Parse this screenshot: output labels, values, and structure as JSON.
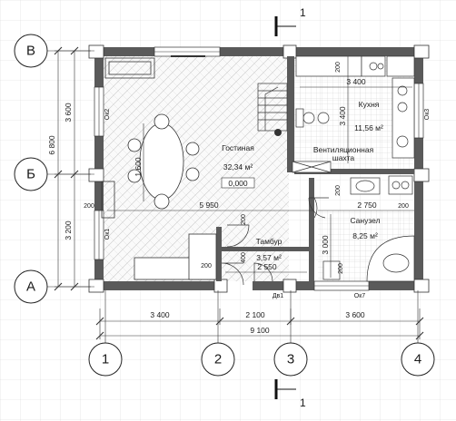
{
  "axes": {
    "rows": [
      "В",
      "Б",
      "А"
    ],
    "cols": [
      "1",
      "2",
      "3",
      "4"
    ]
  },
  "section_mark": "1",
  "rooms": {
    "living": {
      "name": "Гостиная",
      "area": "32,34 м²",
      "level": "0,000"
    },
    "kitchen": {
      "name": "Кухня",
      "area": "11,56 м²"
    },
    "vent": {
      "name": "Вентиляционная",
      "name2": "шахта"
    },
    "bath": {
      "name": "Санузел",
      "area": "8,25 м²"
    },
    "vestibule": {
      "name": "Тамбур",
      "area": "3,57 м²"
    }
  },
  "dims": {
    "left_outer": "6 800",
    "left_upper": "3 600",
    "left_lower": "3 200",
    "bottom_1": "3 400",
    "bottom_2": "2 100",
    "bottom_3": "3 600",
    "bottom_total": "9 100",
    "kitchen_width": "3 400",
    "kitchen_height": "3 400",
    "living_width": "5 950",
    "bath_width": "2 750",
    "vest_width": "2 550",
    "bath_height": "3 000",
    "table_dim": "1 600",
    "d200": "200",
    "d400": "400"
  },
  "windows": {
    "ok1": "Ок1",
    "ok2": "Ок2",
    "ok3": "Ок3",
    "ok7": "Ок7"
  },
  "doors": {
    "d1": "Дв1"
  },
  "colors": {
    "wall": "#5a5a5a",
    "line": "#1a1a1a",
    "grid": "#d8d8d8"
  }
}
